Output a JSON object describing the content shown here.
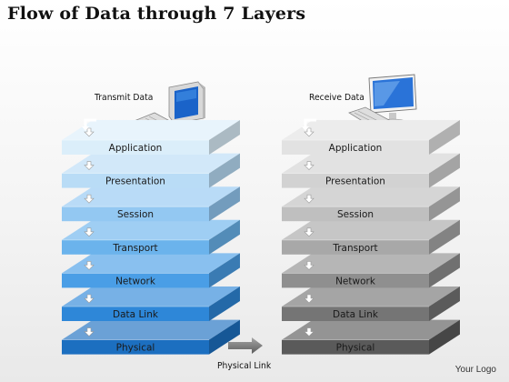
{
  "title": "Flow of Data through 7 Layers",
  "left_stack": {
    "caption": "Transmit Data",
    "layers": [
      "Application",
      "Presentation",
      "Session",
      "Transport",
      "Network",
      "Data Link",
      "Physical"
    ],
    "colors": [
      "#dbeefa",
      "#b9dcf6",
      "#93c8f2",
      "#6bb3ec",
      "#4a9ee6",
      "#2e87d8",
      "#1c6fc0"
    ]
  },
  "right_stack": {
    "caption": "Receive Data",
    "layers": [
      "Application",
      "Presentation",
      "Session",
      "Transport",
      "Network",
      "Data Link",
      "Physical"
    ],
    "colors": [
      "#e2e2e2",
      "#d2d2d2",
      "#bfbfbf",
      "#a8a8a8",
      "#8f8f8f",
      "#757575",
      "#5a5a5a"
    ]
  },
  "link_label": "Physical Link",
  "footer": "Your Logo"
}
